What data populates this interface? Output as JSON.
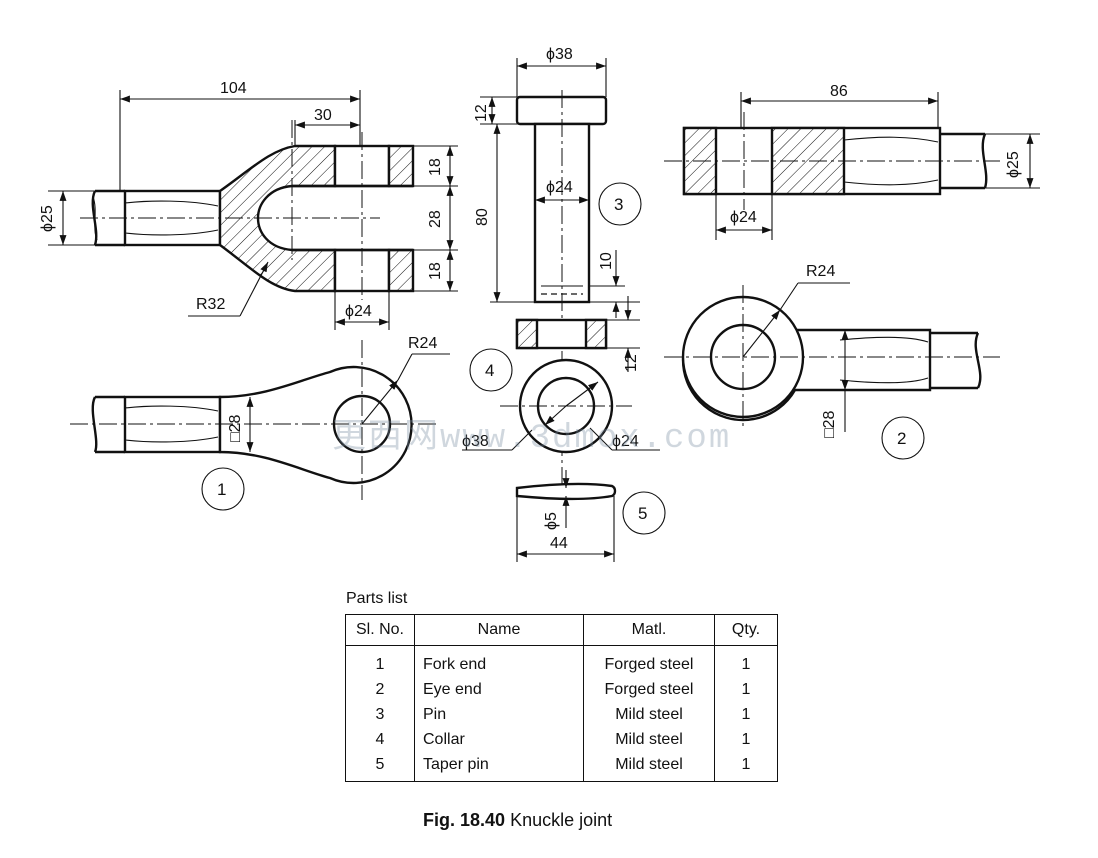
{
  "dimensions": {
    "fork_length": "104",
    "fork_slot_offset": "30",
    "fork_shank_dia": "ϕ25",
    "fork_top_thickness": "18",
    "fork_slot_gap": "28",
    "fork_bottom_thickness": "18",
    "fork_radius": "R32",
    "fork_hole_dia": "ϕ24",
    "pin_head_dia": "ϕ38",
    "pin_head_height": "12",
    "pin_length": "80",
    "pin_dia": "ϕ24",
    "pin_end": "10",
    "collar_thickness": "12",
    "eye_length": "86",
    "eye_shank_dia": "ϕ25",
    "eye_hole_dia": "ϕ24",
    "eye_radius": "R24",
    "eye_square": "□28",
    "fork_eye_radius": "R24",
    "fork_square": "□28",
    "collar_outer_dia": "ϕ38",
    "collar_inner_dia": "ϕ24",
    "taper_pin_dia": "ϕ5",
    "taper_pin_length": "44"
  },
  "balloons": [
    "1",
    "2",
    "3",
    "4",
    "5"
  ],
  "watermark": "更西网www.3dmox.com",
  "parts_list": {
    "caption": "Parts list",
    "headers": [
      "Sl. No.",
      "Name",
      "Matl.",
      "Qty."
    ],
    "rows": [
      [
        "1",
        "Fork end",
        "Forged steel",
        "1"
      ],
      [
        "2",
        "Eye end",
        "Forged steel",
        "1"
      ],
      [
        "3",
        "Pin",
        "Mild steel",
        "1"
      ],
      [
        "4",
        "Collar",
        "Mild steel",
        "1"
      ],
      [
        "5",
        "Taper pin",
        "Mild steel",
        "1"
      ]
    ]
  },
  "figure": {
    "number": "Fig. 18.40",
    "title": "Knuckle joint"
  }
}
